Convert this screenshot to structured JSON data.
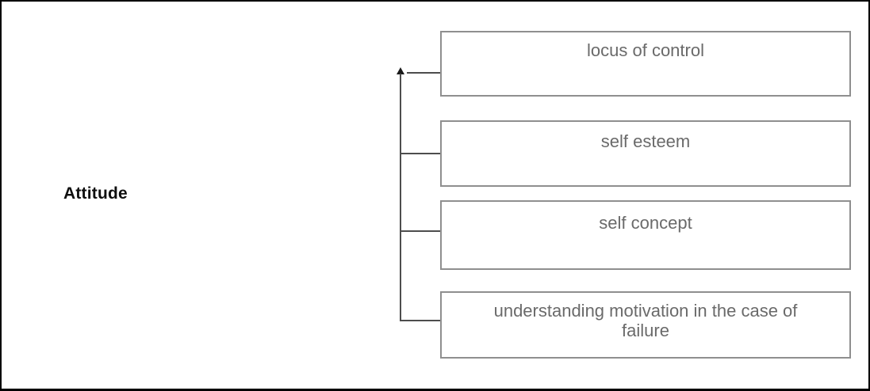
{
  "diagram": {
    "root_label": "Attitude",
    "boxes": [
      {
        "label": "locus of control"
      },
      {
        "label": "self esteem"
      },
      {
        "label": "self concept"
      },
      {
        "label": "understanding motivation in the case of failure"
      }
    ],
    "connectors": {
      "direction": "branches point from boxes to Attitude",
      "arrow": "up-arrow at top of vertical trunk line"
    },
    "colors": {
      "background": "#ffffff",
      "outer_border": "#000000",
      "box_border": "#8f8f8f",
      "box_text": "#6a6a6a",
      "connector_line": "#4d4d4d",
      "arrow": "#1a1a1a",
      "root_text": "#0f0f0f"
    }
  }
}
